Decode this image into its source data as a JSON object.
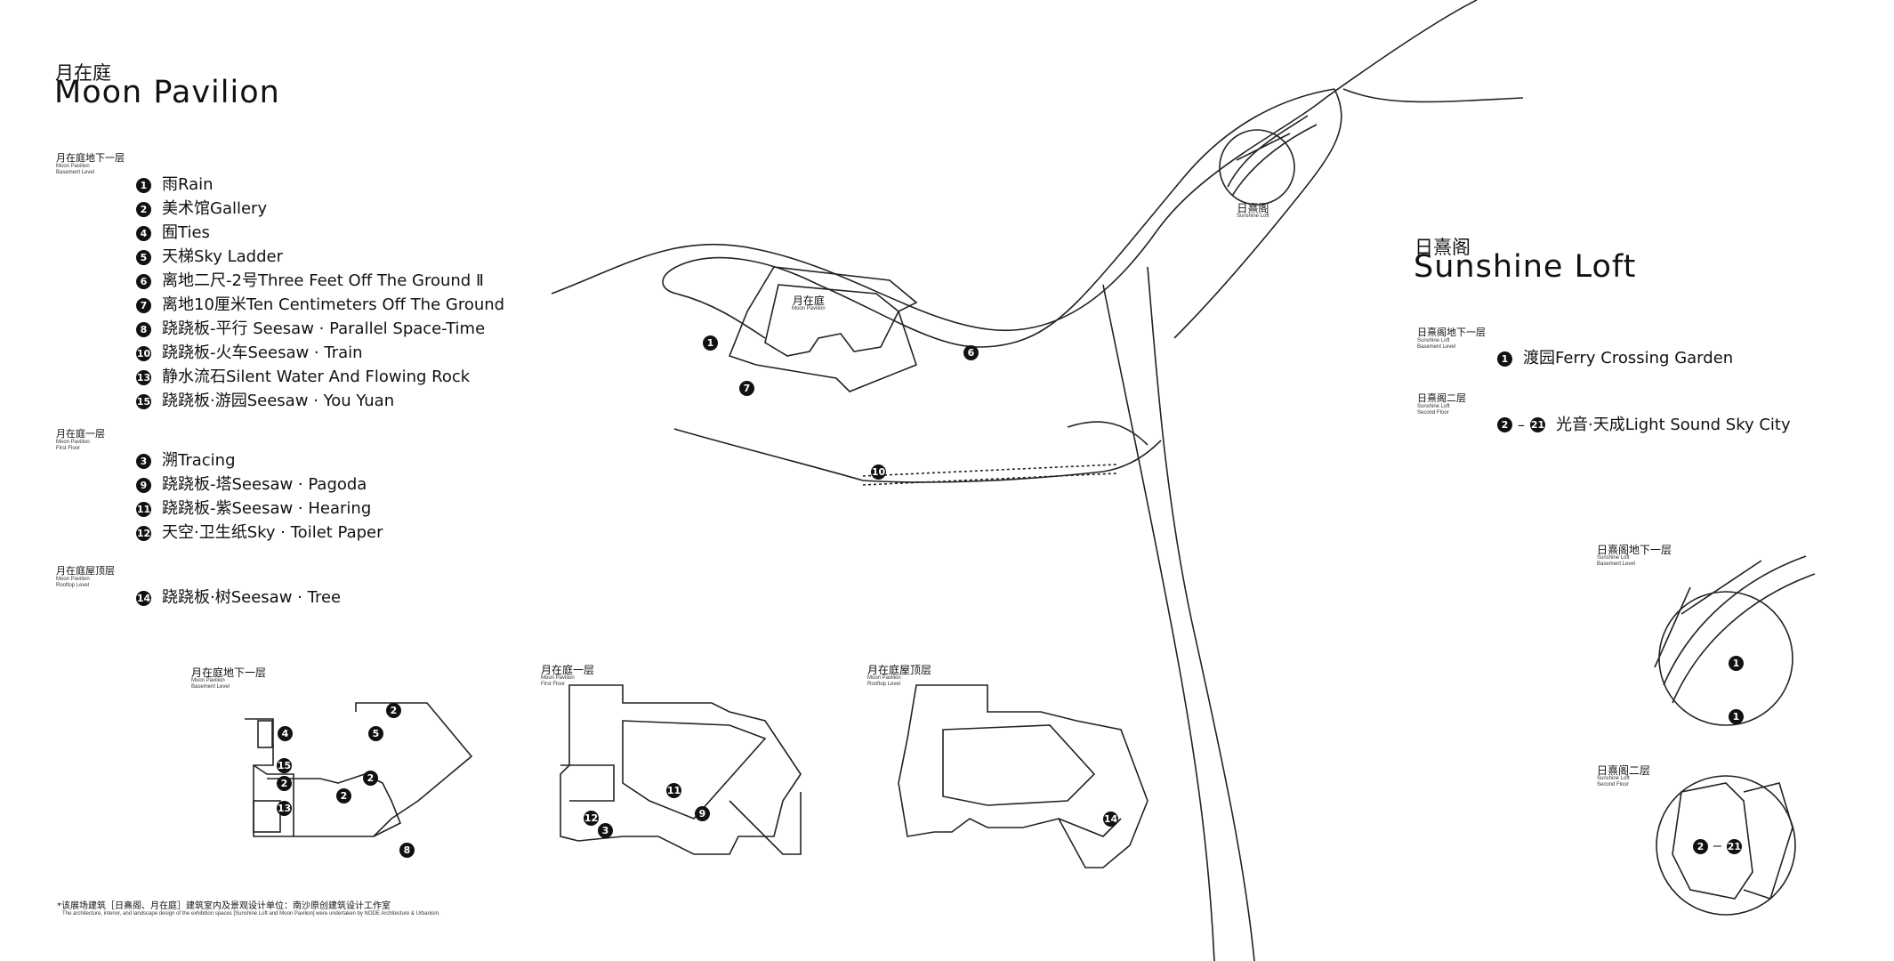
{
  "moon": {
    "title_zh": "月在庭",
    "title_en": "Moon Pavilion",
    "sections": [
      {
        "label_zh": "月在庭地下一层",
        "label_en1": "Moon Pavilion",
        "label_en2": "Basement Level",
        "items": [
          {
            "num": "1",
            "text": "雨Rain"
          },
          {
            "num": "2",
            "text": "美术馆Gallery"
          },
          {
            "num": "4",
            "text": "囿Ties"
          },
          {
            "num": "5",
            "text": "天梯Sky Ladder"
          },
          {
            "num": "6",
            "text": "离地二尺-2号Three Feet Off The Ground Ⅱ"
          },
          {
            "num": "7",
            "text": "离地10厘米Ten Centimeters Off The Ground"
          },
          {
            "num": "8",
            "text": "跷跷板-平行 Seesaw · Parallel Space-Time"
          },
          {
            "num": "10",
            "text": "跷跷板-火车Seesaw · Train"
          },
          {
            "num": "13",
            "text": "静水流石Silent Water And Flowing Rock"
          },
          {
            "num": "15",
            "text": "跷跷板·游园Seesaw · You Yuan"
          }
        ]
      },
      {
        "label_zh": "月在庭一层",
        "label_en1": "Moon Pavilion",
        "label_en2": "First Floor",
        "items": [
          {
            "num": "3",
            "text": "溯Tracing"
          },
          {
            "num": "9",
            "text": "跷跷板-塔Seesaw · Pagoda"
          },
          {
            "num": "11",
            "text": "跷跷板-紫Seesaw · Hearing"
          },
          {
            "num": "12",
            "text": "天空·卫生纸Sky · Toilet Paper"
          }
        ]
      },
      {
        "label_zh": "月在庭屋顶层",
        "label_en1": "Moon Pavilion",
        "label_en2": "Rooftop Level",
        "items": [
          {
            "num": "14",
            "text": "跷跷板·树Seesaw · Tree"
          }
        ]
      }
    ]
  },
  "sun": {
    "title_zh": "日熹阁",
    "title_en": "Sunshine Loft",
    "sections": [
      {
        "label_zh": "日熹阁地下一层",
        "label_en1": "Sunshine Loft",
        "label_en2": "Basement Level",
        "item": {
          "num": "1",
          "text": "渡园Ferry Crossing Garden"
        }
      },
      {
        "label_zh": "日熹阁二层",
        "label_en1": "Sunshine Loft",
        "label_en2": "Second Floor",
        "item": {
          "num_from": "2",
          "dash": "–",
          "num_to": "21",
          "text": "光音·天成Light Sound Sky City"
        }
      }
    ]
  },
  "map": {
    "moon_label_zh": "月在庭",
    "moon_label_en": "Moon Pavilion",
    "sun_label_zh": "日熹阁",
    "sun_label_en": "Sunshine Loft",
    "markers": [
      "1",
      "7",
      "6",
      "10"
    ]
  },
  "plans": {
    "basement": {
      "zh": "月在庭地下一层",
      "en1": "Moon Pavilion",
      "en2": "Basement Level",
      "markers": [
        "4",
        "2",
        "5",
        "15",
        "2",
        "2",
        "2",
        "13",
        "8"
      ]
    },
    "first": {
      "zh": "月在庭一层",
      "en1": "Moon Pavilion",
      "en2": "First Floor",
      "markers": [
        "11",
        "12",
        "3",
        "9"
      ]
    },
    "rooftop": {
      "zh": "月在庭屋顶层",
      "en1": "Moon Pavilion",
      "en2": "Rooftop Level",
      "markers": [
        "14"
      ]
    },
    "sun_basement": {
      "zh": "日熹阁地下一层",
      "en1": "Sunshine Loft",
      "en2": "Basement Level",
      "markers": [
        "1",
        "1"
      ]
    },
    "sun_second": {
      "zh": "日熹阁二层",
      "en1": "Sunshine Loft",
      "en2": "Second Floor",
      "from": "2",
      "dash": "–",
      "to": "21"
    }
  },
  "footnote": {
    "zh": "*该展场建筑［日熹阁、月在庭］建筑室内及景观设计单位：南沙原创建筑设计工作室",
    "en": "The architecture, interior, and landscape design of the exhibition spaces [Sunshine Loft and Moon Pavilion] were undertaken by NODE Architecture & Urbanism."
  }
}
